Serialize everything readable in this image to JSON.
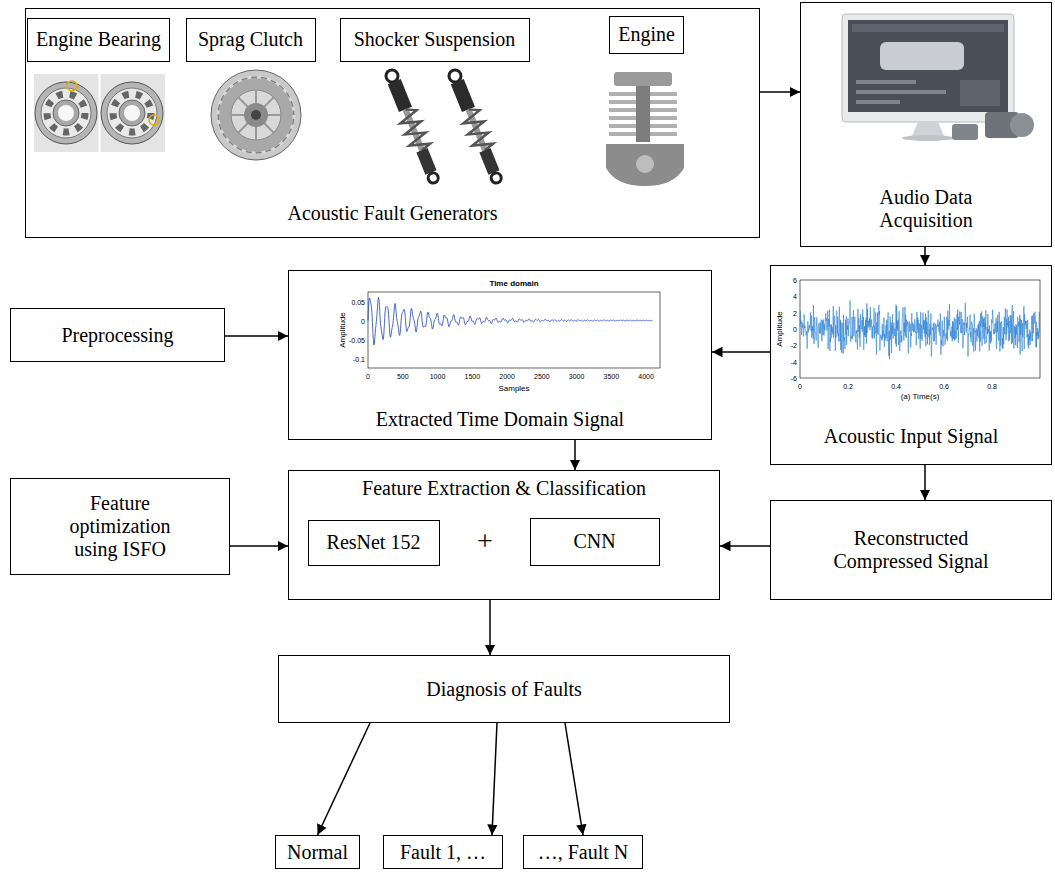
{
  "diagram": {
    "nodes": [
      {
        "text": [
          "Acoustic Fault Generators"
        ]
      },
      {
        "text": [
          "Engine Bearing"
        ],
        "in": 0
      },
      {
        "text": [
          "Sprag Clutch"
        ],
        "in": 0
      },
      {
        "text": [
          "Shocker Suspension"
        ],
        "in": 0
      },
      {
        "text": [
          "Engine"
        ],
        "in": 0
      },
      {
        "text": [
          "Audio Data Acquisition"
        ]
      },
      {
        "text": [
          "Preprocessing"
        ]
      },
      {
        "text": [
          "Extracted Time Domain Signal"
        ]
      },
      {
        "text": [
          "Acoustic Input Signal"
        ]
      },
      {
        "text": [
          "Feature optimization using ISFO"
        ]
      },
      {
        "text": [
          "Feature Extraction & Classification"
        ]
      },
      {
        "text": [
          "ResNet 152"
        ],
        "in": 10
      },
      {
        "text": [
          "CNN"
        ],
        "in": 10
      },
      {
        "text": [
          "Reconstructed Compressed Signal"
        ]
      },
      {
        "text": [
          "Diagnosis of Faults"
        ]
      },
      {
        "text": [
          "Normal"
        ]
      },
      {
        "text": [
          "Fault 1, …"
        ]
      },
      {
        "text": [
          "…, Fault N"
        ]
      }
    ],
    "edges": [
      {
        "from": 0,
        "to": 5,
        "arrow": "to"
      },
      {
        "from": 5,
        "to": 8,
        "arrow": "to"
      },
      {
        "from": 8,
        "to": 7,
        "arrow": "to"
      },
      {
        "from": 6,
        "to": 7,
        "arrow": "to"
      },
      {
        "from": 8,
        "to": 13,
        "arrow": "to"
      },
      {
        "from": 7,
        "to": 10,
        "arrow": "to"
      },
      {
        "from": 13,
        "to": 10,
        "arrow": "to"
      },
      {
        "from": 9,
        "to": 10,
        "arrow": "to"
      },
      {
        "from": 10,
        "to": 14,
        "arrow": "to"
      },
      {
        "from": 14,
        "to": 15,
        "arrow": "to"
      },
      {
        "from": 14,
        "to": 16,
        "arrow": "to"
      },
      {
        "from": 14,
        "to": 17,
        "arrow": "to"
      }
    ],
    "labels": [
      "+",
      "Time domain",
      "Amplitude",
      "Samples",
      "0.05",
      "0",
      "-0.05",
      "-0.1",
      "0",
      "500",
      "1000",
      "1500",
      "2000",
      "2500",
      "3000",
      "3500",
      "4000",
      "Amplitude",
      "(a) Time(s)",
      "6",
      "4",
      "2",
      "0",
      "-2",
      "-4",
      "-6",
      "0",
      "0.2",
      "0.4",
      "0.6",
      "0.8"
    ]
  }
}
